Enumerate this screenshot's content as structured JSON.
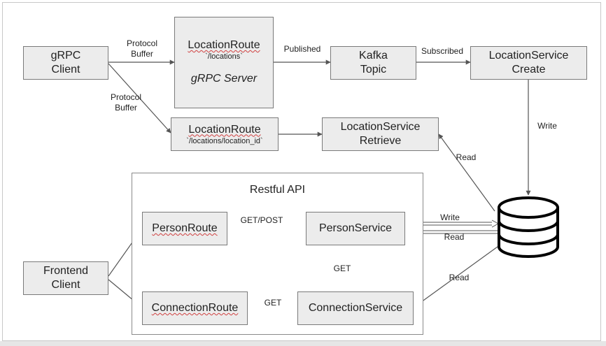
{
  "nodes": {
    "grpc_client": {
      "lines": [
        "gRPC",
        "Client"
      ]
    },
    "location_route_server": {
      "title": "LocationRoute",
      "path": "`/locations`",
      "caption": "gRPC Server"
    },
    "kafka_topic": {
      "lines": [
        "Kafka",
        "Topic"
      ]
    },
    "location_service_create": {
      "lines": [
        "LocationService",
        "Create"
      ]
    },
    "location_route_id": {
      "title": "LocationRoute",
      "path": "`/locations/location_id`"
    },
    "location_service_retrieve": {
      "lines": [
        "LocationService",
        "Retrieve"
      ]
    },
    "restful_api": {
      "title": "Restful API"
    },
    "person_route": {
      "label": "PersonRoute"
    },
    "person_service": {
      "label": "PersonService"
    },
    "frontend_client": {
      "lines": [
        "Frontend",
        "Client"
      ]
    },
    "connection_route": {
      "label": "ConnectionRoute"
    },
    "connection_service": {
      "label": "ConnectionService"
    }
  },
  "edges": {
    "grpc_to_server": [
      "Protocol",
      "Buffer"
    ],
    "grpc_to_route_id": [
      "Protocol",
      "Buffer"
    ],
    "published": "Published",
    "subscribed": "Subscribed",
    "write_create": "Write",
    "read_retrieve": "Read",
    "get_post": "GET/POST",
    "write_person": "Write",
    "read_person": "Read",
    "get_conn_person": "GET",
    "get_route_conn": "GET",
    "read_conn": "Read"
  },
  "icons": {
    "database": "database-icon"
  },
  "colors": {
    "box_fill": "#ececec",
    "box_border": "#7a7a7a",
    "arrow": "#555555",
    "spell_underline": "#d04040"
  }
}
